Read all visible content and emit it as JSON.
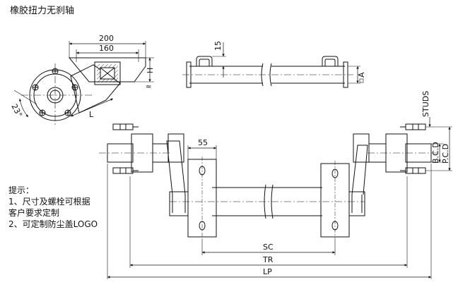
{
  "title": "橡胶扭力无刹轴",
  "dimensions": {
    "top_view": {
      "d200": "200",
      "d160": "160",
      "h": "H",
      "l": "L",
      "angle": "23°",
      "approx": "≈"
    },
    "side_view": {
      "d15": "15",
      "a": "A"
    },
    "front_view": {
      "d55": "55",
      "sc": "SC",
      "tr": "TR",
      "lp": "LP",
      "studs": "STUDS",
      "bcd": "B.C.D",
      "pcd": "P.C.D"
    }
  },
  "notes": {
    "heading": "提示：",
    "items": [
      "1、尺寸及螺栓可根据",
      "客户要求定制",
      "2、可定制防尘盖LOGO"
    ]
  }
}
